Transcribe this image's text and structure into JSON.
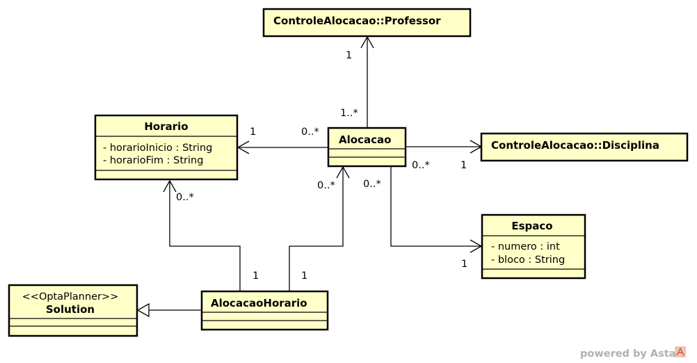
{
  "classes": {
    "professor": {
      "name": "ControleAlocacao::Professor"
    },
    "horario": {
      "name": "Horario",
      "attributes": [
        "- horarioInicio : String",
        "- horarioFim : String"
      ]
    },
    "alocacao": {
      "name": "Alocacao"
    },
    "disciplina": {
      "name": "ControleAlocacao::Disciplina"
    },
    "espaco": {
      "name": "Espaco",
      "attributes": [
        "- numero : int",
        "- bloco : String"
      ]
    },
    "solution": {
      "stereotype": "<<OptaPlanner>>",
      "name": "Solution"
    },
    "alocacao_horario": {
      "name": "AlocacaoHorario"
    }
  },
  "associations": {
    "alocacao_professor": {
      "source_mult": "1..*",
      "target_mult": "1"
    },
    "alocacao_horario_assoc": {
      "source_mult": "0..*",
      "target_mult": "1"
    },
    "alocacao_disciplina": {
      "source_mult": "0..*",
      "target_mult": "1"
    },
    "alocacao_espaco": {
      "source_mult": "0..*",
      "target_mult": "1"
    },
    "ah_horario": {
      "source_mult": "1",
      "target_mult": "0..*"
    },
    "ah_alocacao": {
      "source_mult": "1",
      "target_mult": "0..*"
    }
  },
  "footer": {
    "text": "powered by Astah"
  }
}
